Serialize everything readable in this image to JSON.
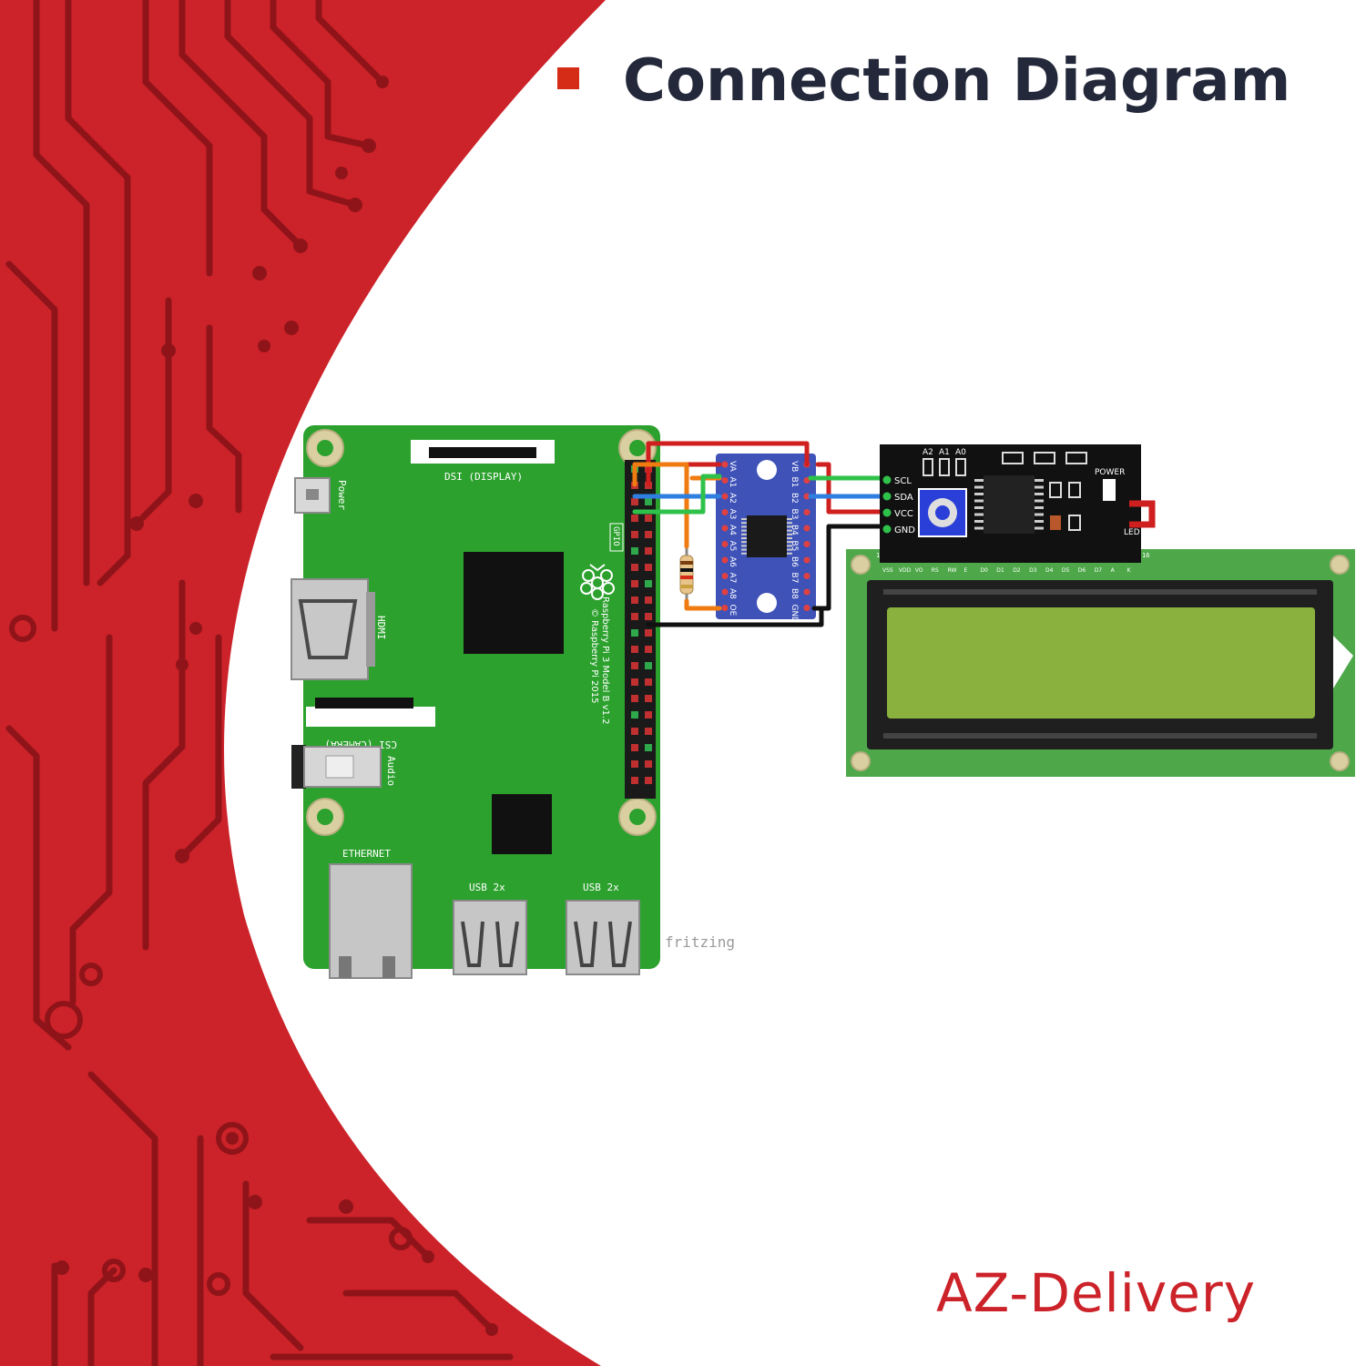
{
  "title": "Connection Diagram",
  "brand": "AZ-Delivery",
  "watermark": "fritzing",
  "colors": {
    "red_bg": "#cc2229",
    "trace": "#8f1419",
    "title_text": "#23283a",
    "bullet": "#d42c17",
    "board": "#2ca12e",
    "shifter": "#3e52b8",
    "i2c_module": "#111111",
    "lcd_pcb": "#4ea84a",
    "lcd_screen": "#8ab03e",
    "wire_red": "#cf1f1f",
    "wire_green": "#2fc24a",
    "wire_blue": "#2f7fe0",
    "wire_orange": "#f07b10",
    "wire_black": "#111111"
  },
  "rpi": {
    "model": "Raspberry Pi 3 Model B v1.2",
    "copyright": "© Raspberry Pi 2015",
    "labels": {
      "power": "Power",
      "hdmi": "HDMI",
      "dsi": "DSI (DISPLAY)",
      "csi": "CSI (CAMERA)",
      "audio": "Audio",
      "ethernet": "ETHERNET",
      "usb1": "USB 2x",
      "usb2": "USB 2x",
      "gpio": "GPIO"
    }
  },
  "level_shifter": {
    "left_pins": [
      "VA",
      "A1",
      "A2",
      "A3",
      "A4",
      "A5",
      "A6",
      "A7",
      "A8",
      "OE"
    ],
    "right_pins": [
      "VB",
      "B1",
      "B2",
      "B3",
      "B4",
      "B5",
      "B6",
      "B7",
      "B8",
      "GND"
    ]
  },
  "i2c_module": {
    "addr_labels": [
      "A2",
      "A1",
      "A0"
    ],
    "pins": [
      "SCL",
      "SDA",
      "VCC",
      "GND"
    ],
    "power_label": "POWER",
    "led_label": "LED"
  },
  "lcd": {
    "pin_labels": [
      "VSS",
      "VDD",
      "VO",
      "RS",
      "RW",
      "E",
      "D0",
      "D1",
      "D2",
      "D3",
      "D4",
      "D5",
      "D6",
      "D7",
      "A",
      "K"
    ],
    "pin_first": "1",
    "pin_last": "16"
  }
}
